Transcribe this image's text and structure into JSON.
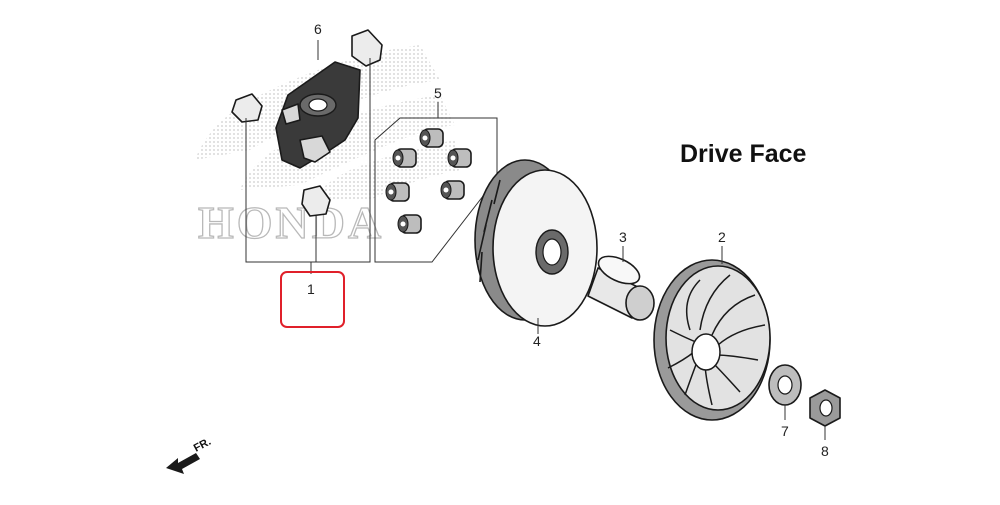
{
  "title": "Drive Face",
  "watermark": {
    "text": "HONDA",
    "color": "#b9b9b9"
  },
  "front_marker": {
    "label": "FR."
  },
  "highlight": {
    "part": "1",
    "color": "#e0202a"
  },
  "callouts": {
    "p1": "1",
    "p2": "2",
    "p3": "3",
    "p4": "4",
    "p5": "5",
    "p6": "6",
    "p7": "7",
    "p8": "8"
  },
  "parts": [
    {
      "ref": "1",
      "name": "ramp-plate-set-icon"
    },
    {
      "ref": "2",
      "name": "drive-face-fan-icon"
    },
    {
      "ref": "3",
      "name": "collar-icon"
    },
    {
      "ref": "4",
      "name": "movable-drive-face-icon"
    },
    {
      "ref": "5",
      "name": "weight-rollers-icon"
    },
    {
      "ref": "6",
      "name": "ramp-plate-icon"
    },
    {
      "ref": "7",
      "name": "washer-icon"
    },
    {
      "ref": "8",
      "name": "nut-icon"
    }
  ]
}
